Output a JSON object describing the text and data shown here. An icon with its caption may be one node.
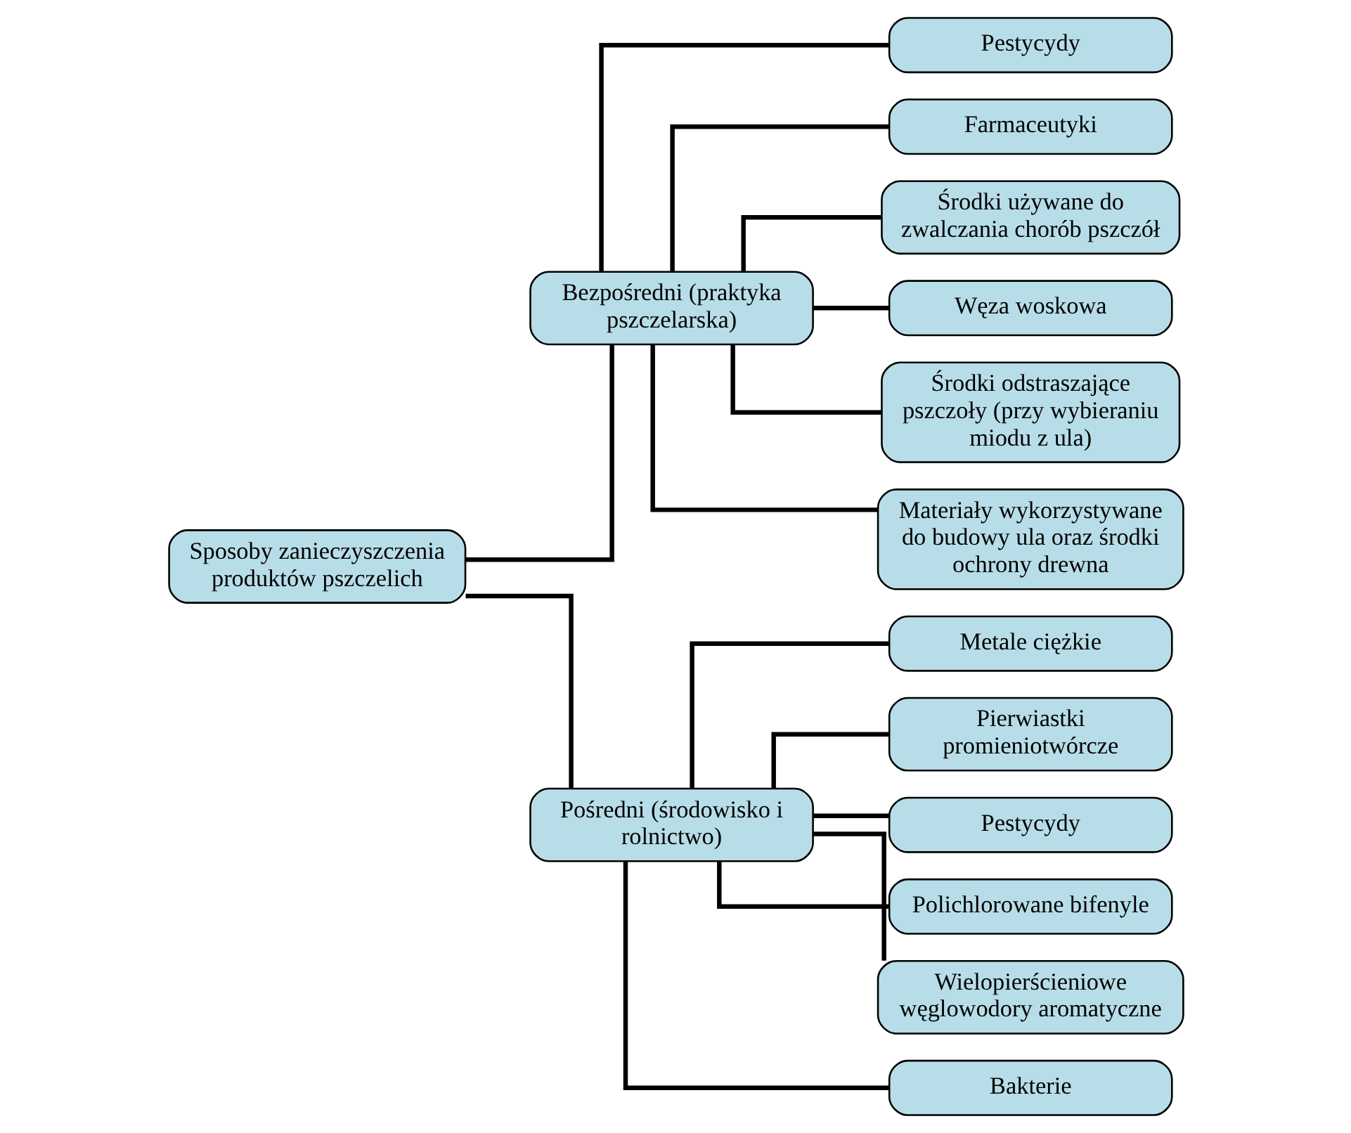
{
  "diagram": {
    "nodes": [
      {
        "text": [
          "Sposoby zanieczyszczenia produktów pszczelich"
        ]
      },
      {
        "text": [
          "Bezpośredni (praktyka pszczelarska)"
        ]
      },
      {
        "text": [
          "Pośredni (środowisko i rolnictwo)"
        ]
      },
      {
        "text": [
          "Pestycydy"
        ]
      },
      {
        "text": [
          "Farmaceutyki"
        ]
      },
      {
        "text": [
          "Środki używane do zwalczania chorób pszczół"
        ]
      },
      {
        "text": [
          "Węza woskowa"
        ]
      },
      {
        "text": [
          "Środki odstraszające pszczoły (przy wybieraniu miodu z ula)"
        ]
      },
      {
        "text": [
          "Materiały wykorzystywane do budowy ula oraz środki ochrony drewna"
        ]
      },
      {
        "text": [
          "Metale ciężkie"
        ]
      },
      {
        "text": [
          "Pierwiastki promieniotwórcze"
        ]
      },
      {
        "text": [
          "Pestycydy"
        ]
      },
      {
        "text": [
          "Polichlorowane bifenyle"
        ]
      },
      {
        "text": [
          "Wielopierścieniowe węglowodory aromatyczne"
        ]
      },
      {
        "text": [
          "Bakterie"
        ]
      }
    ],
    "edges": [
      {
        "from": 0,
        "to": 1,
        "arrow": "none"
      },
      {
        "from": 0,
        "to": 2,
        "arrow": "none"
      },
      {
        "from": 1,
        "to": 3,
        "arrow": "none"
      },
      {
        "from": 1,
        "to": 4,
        "arrow": "none"
      },
      {
        "from": 1,
        "to": 5,
        "arrow": "none"
      },
      {
        "from": 1,
        "to": 6,
        "arrow": "none"
      },
      {
        "from": 1,
        "to": 7,
        "arrow": "none"
      },
      {
        "from": 1,
        "to": 8,
        "arrow": "none"
      },
      {
        "from": 2,
        "to": 9,
        "arrow": "none"
      },
      {
        "from": 2,
        "to": 10,
        "arrow": "none"
      },
      {
        "from": 2,
        "to": 11,
        "arrow": "none"
      },
      {
        "from": 2,
        "to": 12,
        "arrow": "none"
      },
      {
        "from": 2,
        "to": 13,
        "arrow": "none"
      },
      {
        "from": 2,
        "to": 14,
        "arrow": "none"
      }
    ]
  }
}
